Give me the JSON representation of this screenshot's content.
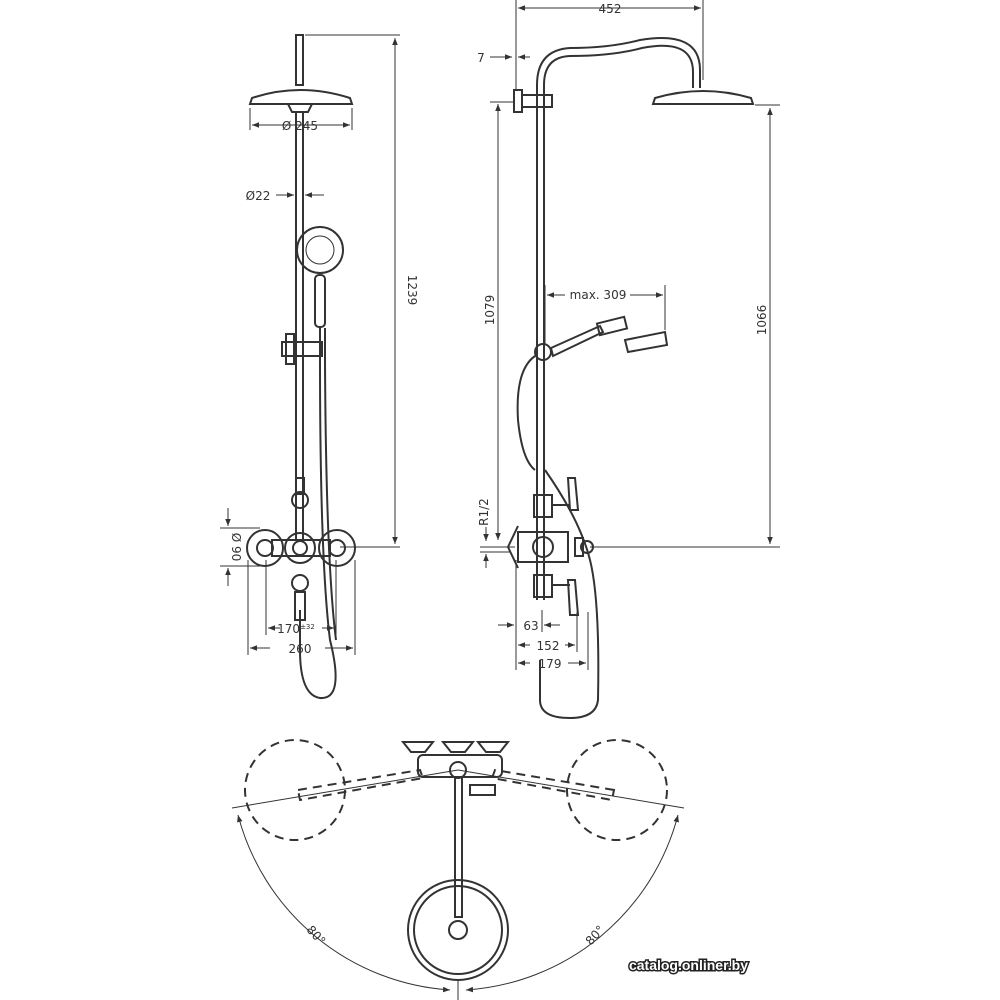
{
  "front_view": {
    "diameter_head": "Ø 245",
    "diameter_pipe": "Ø22",
    "height_total": "1239",
    "diameter_escutcheon": "Ø 90",
    "spacing": "170",
    "spacing_tolerance": "±32",
    "width_total": "260"
  },
  "side_view": {
    "projection": "452",
    "wall_offset": "7",
    "height_head": "1079",
    "handshower_reach": "max. 309",
    "height_overhead": "1066",
    "thread": "R1/2",
    "depth_63": "63",
    "depth_152": "152",
    "depth_179": "179"
  },
  "top_view": {
    "angle_left": "80°",
    "angle_right": "80°"
  },
  "watermark": "catalog.onliner.by",
  "colors": {
    "line": "#333333",
    "background": "#ffffff"
  }
}
